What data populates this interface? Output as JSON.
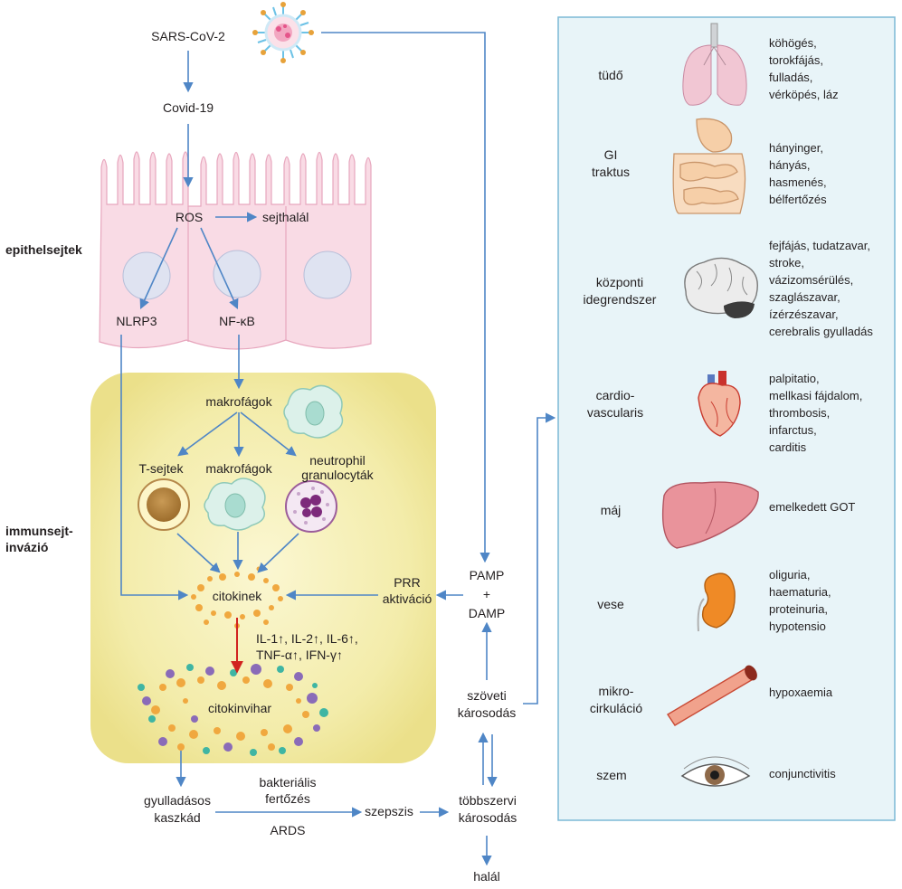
{
  "diagram": {
    "virus": "SARS-CoV-2",
    "disease": "Covid-19",
    "ros": "ROS",
    "cell_death": "sejthalál",
    "nlrp3": "NLRP3",
    "nfkb": "NF-κB",
    "epithelial_label": "epithelsejtek",
    "immune_label_1": "immunsejt-",
    "immune_label_2": "invázió",
    "macrophages_top": "makrofágok",
    "t_cells": "T-sejtek",
    "macrophages": "makrofágok",
    "neutrophil_1": "neutrophil",
    "neutrophil_2": "granulocyták",
    "cytokines": "citokinek",
    "interleukins_1": "IL-1↑, IL-2↑, IL-6↑,",
    "interleukins_2": "TNF-α↑, IFN-γ↑",
    "cytokine_storm": "citokinvihar",
    "inflammatory_1": "gyulladásos",
    "inflammatory_2": "kaszkád",
    "bacterial_1": "bakteriális",
    "bacterial_2": "fertőzés",
    "ards": "ARDS",
    "sepsis": "szepszis",
    "multi_organ_1": "többszervi",
    "multi_organ_2": "károsodás",
    "death": "halál",
    "prr_1": "PRR",
    "prr_2": "aktiváció",
    "pamp": "PAMP",
    "plus": "+",
    "damp": "DAMP",
    "tissue_1": "szöveti",
    "tissue_2": "károsodás"
  },
  "organs": [
    {
      "name": [
        "tüdő"
      ],
      "symptoms": [
        "köhögés,",
        "torokfájás,",
        "fulladás,",
        "vérköpés, láz"
      ]
    },
    {
      "name": [
        "GI",
        "traktus"
      ],
      "symptoms": [
        "hányinger,",
        "hányás,",
        "hasmenés,",
        "bélfertőzés"
      ]
    },
    {
      "name": [
        "központi",
        "idegrendszer"
      ],
      "symptoms": [
        "fejfájás, tudatzavar,",
        "stroke,",
        "vázizomsérülés,",
        "szaglászavar,",
        "ízérzészavar,",
        "cerebralis gyulladás"
      ]
    },
    {
      "name": [
        "cardio-",
        "vascularis"
      ],
      "symptoms": [
        "palpitatio,",
        "mellkasi fájdalom,",
        "thrombosis,",
        "infarctus,",
        "carditis"
      ]
    },
    {
      "name": [
        "máj"
      ],
      "symptoms": [
        "emelkedett GOT"
      ]
    },
    {
      "name": [
        "vese"
      ],
      "symptoms": [
        "oliguria,",
        "haematuria,",
        "proteinuria,",
        "hypotensio"
      ]
    },
    {
      "name": [
        "mikro-",
        "cirkuláció"
      ],
      "symptoms": [
        "hypoxaemia"
      ]
    },
    {
      "name": [
        "szem"
      ],
      "symptoms": [
        "conjunctivitis"
      ]
    }
  ],
  "colors": {
    "arrow": "#4f86c6",
    "red_arrow": "#d1231f",
    "panel_bg": "#e8f4f8",
    "panel_border": "#7cb9d6",
    "immune_bg": "#f3ecaa",
    "epithelium": "#f9dbe5",
    "epithelium_line": "#e7a6bd"
  }
}
